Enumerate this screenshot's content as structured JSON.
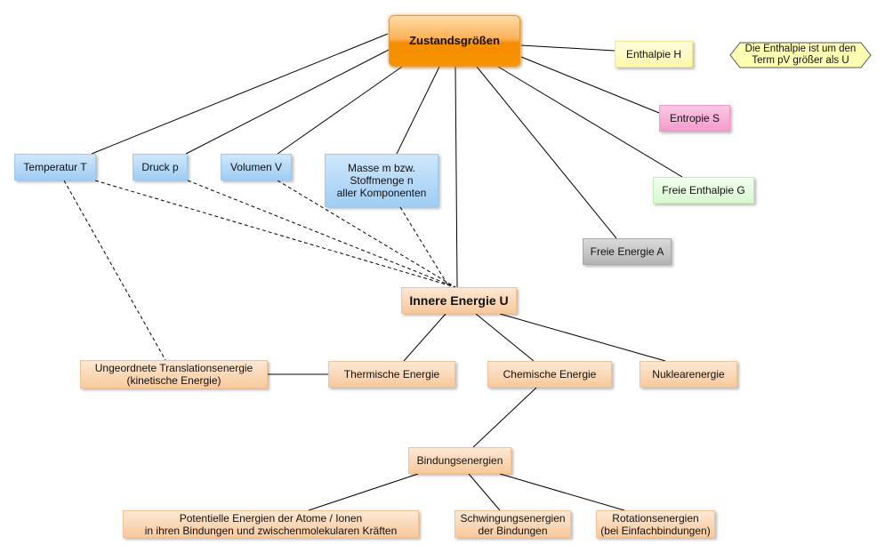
{
  "nodes": {
    "zustandsgroessen": "Zustandsgrößen",
    "enthalpie": "Enthalpie H",
    "entropie": "Entropie S",
    "freie_enthalpie": "Freie Enthalpie G",
    "freie_energie": "Freie Energie A",
    "temperatur": "Temperatur T",
    "druck": "Druck p",
    "volumen": "Volumen V",
    "masse": "Masse m bzw.\nStoffmenge n\naller Komponenten",
    "innere_energie": "Innere Energie U",
    "translation": "Ungeordnete Translationsenergie\n(kinetische Energie)",
    "thermisch": "Thermische Energie",
    "chemisch": "Chemische Energie",
    "nuklear": "Nuklearenergie",
    "bindung": "Bindungsenergien",
    "potentiell": "Potentielle Energien der Atome / Ionen\nin ihren Bindungen und zwischenmolekularen Kräften",
    "schwingung": "Schwingungsenergien\nder Bindungen",
    "rotation": "Rotationsenergien\n(bei Einfachbindungen)"
  },
  "note": "Die Enthalpie ist um den\nTerm pV größer als U",
  "colors": {
    "root": "#f79400",
    "blue": "#a9d3f5",
    "yellow": "#fff8b0",
    "pink": "#f7a8d2",
    "green": "#dcf8d6",
    "grey": "#b8b8b8",
    "peach": "#f9cfa6",
    "note": "#ffffb4",
    "line": "#000000"
  }
}
